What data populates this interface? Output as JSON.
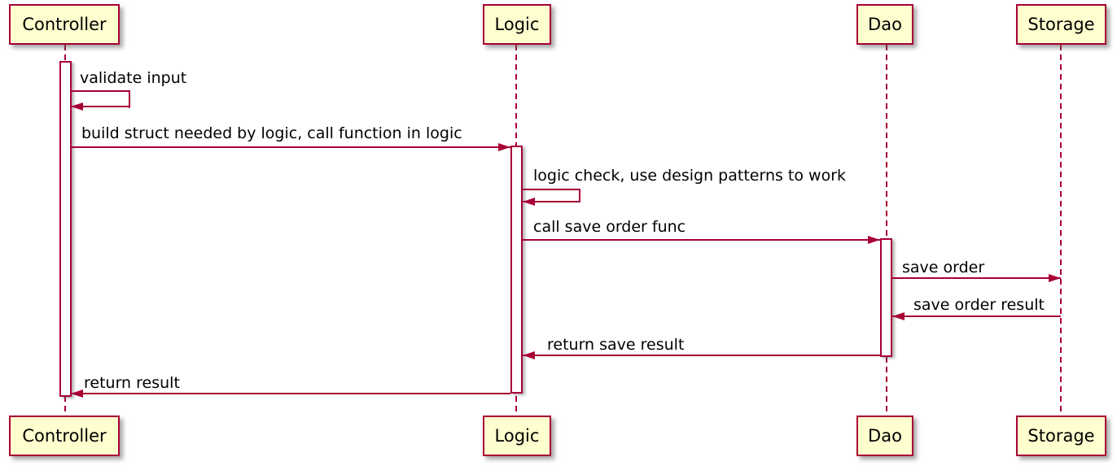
{
  "diagram": {
    "type": "sequence",
    "participants": [
      {
        "name": "Controller"
      },
      {
        "name": "Logic"
      },
      {
        "name": "Dao"
      },
      {
        "name": "Storage"
      }
    ],
    "messages": [
      {
        "from": "Controller",
        "to": "Controller",
        "kind": "self",
        "label": "validate input"
      },
      {
        "from": "Controller",
        "to": "Logic",
        "kind": "call",
        "label": "build struct needed by logic, call function in logic"
      },
      {
        "from": "Logic",
        "to": "Logic",
        "kind": "self",
        "label": "logic check, use design patterns to work"
      },
      {
        "from": "Logic",
        "to": "Dao",
        "kind": "call",
        "label": "call save order func"
      },
      {
        "from": "Dao",
        "to": "Storage",
        "kind": "call",
        "label": "save order"
      },
      {
        "from": "Storage",
        "to": "Dao",
        "kind": "return",
        "label": "save order result"
      },
      {
        "from": "Dao",
        "to": "Logic",
        "kind": "return",
        "label": "return save result"
      },
      {
        "from": "Logic",
        "to": "Controller",
        "kind": "return",
        "label": "return result"
      }
    ],
    "colors": {
      "participant_fill": "#FEFECE",
      "border": "#A80036",
      "arrow": "#A80036",
      "activation_fill": "#FFFFFF",
      "text": "#000000",
      "background": "#FFFFFF"
    }
  }
}
